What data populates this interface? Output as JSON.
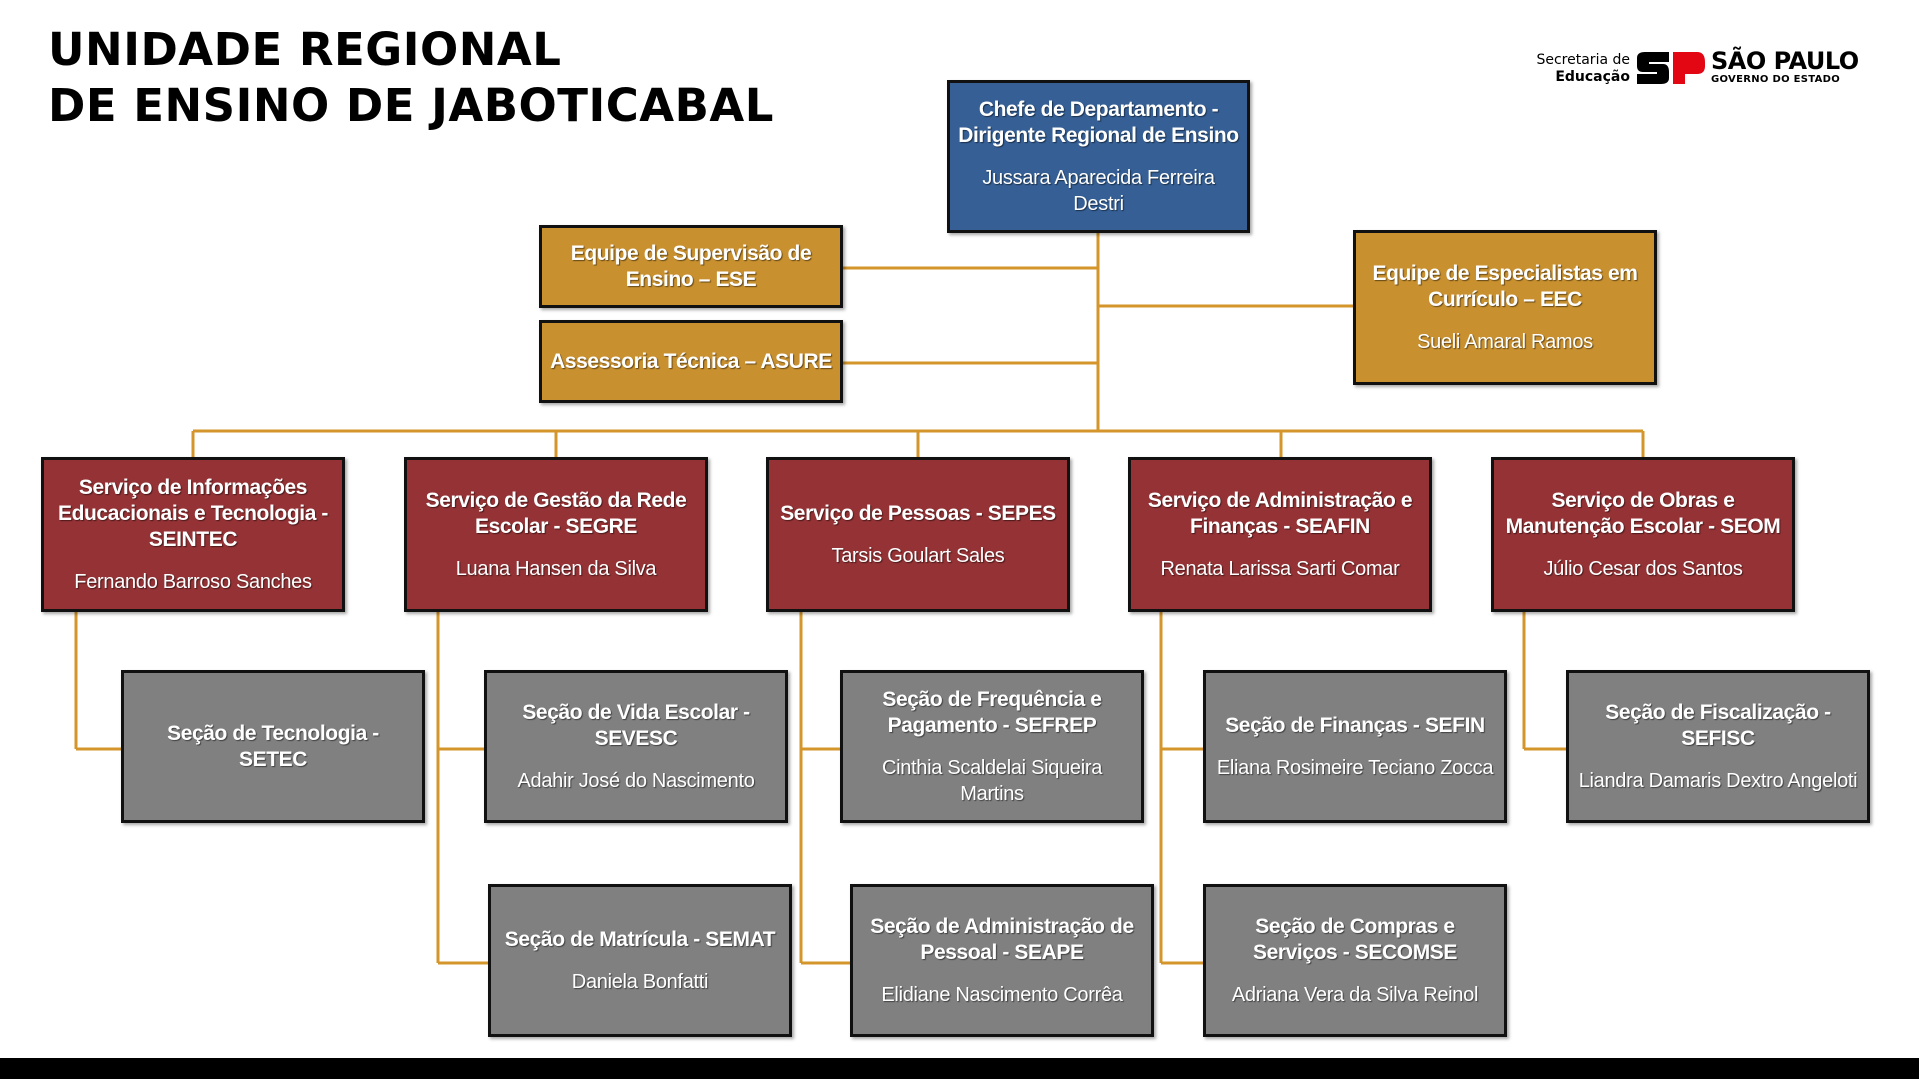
{
  "title": {
    "line1": "UNIDADE REGIONAL",
    "line2": "DE ENSINO DE JABOTICABAL"
  },
  "logo": {
    "secretaria_line1": "Secretaria de",
    "secretaria_line2": "Educação",
    "state_name": "SÃO PAULO",
    "state_sub": "GOVERNO DO ESTADO",
    "colors": {
      "black": "#000000",
      "red": "#e30613"
    }
  },
  "colors": {
    "head": "#355f95",
    "staff": "#c8902f",
    "service": "#943235",
    "section": "#808080",
    "connector": "#d4962a"
  },
  "boxes": {
    "head": {
      "title": "Chefe de Departamento - Dirigente Regional de Ensino",
      "person": "Jussara Aparecida Ferreira Destri"
    },
    "ese": {
      "title": "Equipe de Supervisão de Ensino – ESE"
    },
    "asure": {
      "title": "Assessoria Técnica – ASURE"
    },
    "eec": {
      "title": "Equipe de Especialistas em Currículo – EEC",
      "person": "Sueli  Amaral Ramos"
    },
    "seintec": {
      "title": "Serviço de Informações Educacionais e Tecnologia - SEINTEC",
      "person": "Fernando Barroso Sanches"
    },
    "segre": {
      "title": "Serviço de Gestão da Rede Escolar - SEGRE",
      "person": "Luana Hansen da Silva"
    },
    "sepes": {
      "title": "Serviço de Pessoas - SEPES",
      "person": "Tarsis Goulart Sales"
    },
    "seafin": {
      "title": "Serviço de Administração e Finanças - SEAFIN",
      "person": "Renata Larissa Sarti Comar"
    },
    "seom": {
      "title": "Serviço de Obras e Manutenção Escolar - SEOM",
      "person": "Júlio Cesar dos Santos"
    },
    "setec": {
      "title": "Seção de Tecnologia - SETEC"
    },
    "sevesc": {
      "title": "Seção de Vida Escolar - SEVESC",
      "person": "Adahir José do Nascimento"
    },
    "semat": {
      "title": "Seção de Matrícula - SEMAT",
      "person": "Daniela Bonfatti"
    },
    "sefrep": {
      "title": "Seção de Frequência e Pagamento - SEFREP",
      "person": "Cinthia Scaldelai Siqueira Martins"
    },
    "seape": {
      "title": "Seção de Administração de Pessoal - SEAPE",
      "person": "Elidiane Nascimento Corrêa"
    },
    "sefin": {
      "title": "Seção de Finanças - SEFIN",
      "person": "Eliana Rosimeire Teciano Zocca"
    },
    "secomse": {
      "title": "Seção de Compras e Serviços - SECOMSE",
      "person": "Adriana Vera da Silva Reinol"
    },
    "sefisc": {
      "title": "Seção de Fiscalização - SEFISC",
      "person": "Liandra Damaris Dextro Angeloti"
    }
  }
}
